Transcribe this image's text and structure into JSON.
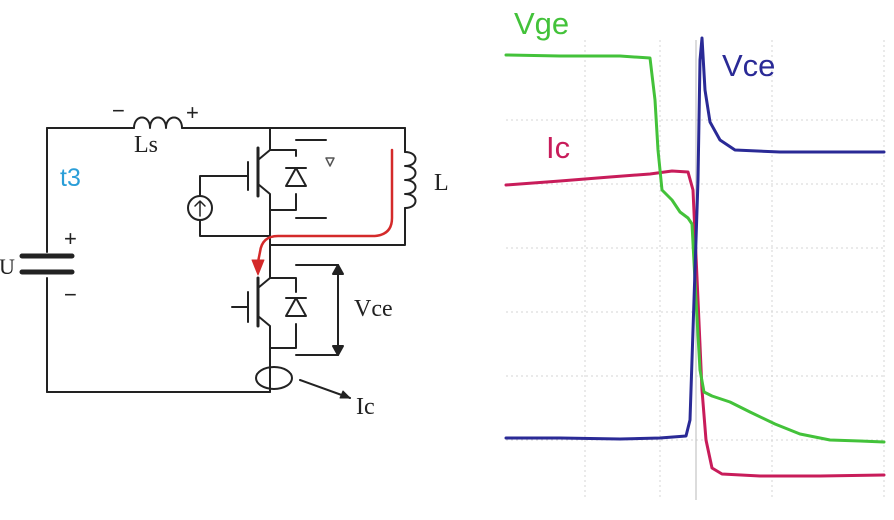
{
  "circuit": {
    "label_ls": "Ls",
    "ls_minus": "−",
    "ls_plus": "+",
    "label_t3": "t3",
    "label_u": "U",
    "u_plus": "+",
    "u_minus": "−",
    "label_l": "L",
    "label_vce": "Vce",
    "label_ic": "Ic"
  },
  "scope": {
    "label_vge": "Vge",
    "label_vce": "Vce",
    "label_ic": "Ic"
  },
  "colors": {
    "wire": "#222222",
    "current_path": "#d42a2a",
    "t3_label": "#2a9ed8",
    "vge": "#43c23a",
    "vce": "#2a2a96",
    "ic": "#c81c5a",
    "grid": "#d6d6d6"
  }
}
